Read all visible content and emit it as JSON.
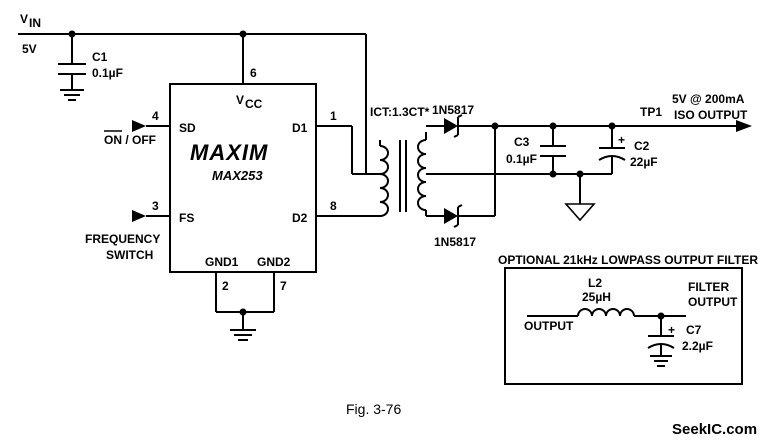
{
  "labels": {
    "vin": "V",
    "vin_sub": "IN",
    "vin_volt": "5V",
    "c1_name": "C1",
    "c1_val": "0.1µF",
    "vcc": "V",
    "vcc_sub": "CC",
    "pin6": "6",
    "pin1": "1",
    "pin4": "4",
    "pin3": "3",
    "pin8": "8",
    "pin2": "2",
    "pin7": "7",
    "sd": "SD",
    "fs": "FS",
    "d1": "D1",
    "d2": "D2",
    "gnd1": "GND1",
    "gnd2": "GND2",
    "on_off_on": "ON",
    "on_off_rest": " / OFF",
    "freq1": "FREQUENCY",
    "freq2": "SWITCH",
    "logo": "MAXIM",
    "chip": "MAX253",
    "transformer": "ICT:1.3CT*",
    "diode_top": "1N5817",
    "diode_bottom": "1N5817",
    "tp1": "TP1",
    "out1": "5V @ 200mA",
    "out2": "ISO OUTPUT",
    "c3_name": "C3",
    "c3_val": "0.1µF",
    "c2_name": "C2",
    "c2_val": "22µF",
    "plus": "+",
    "filter_title": "OPTIONAL 21kHz LOWPASS OUTPUT FILTER",
    "l2_name": "L2",
    "l2_val": "25µH",
    "filter_out1": "FILTER",
    "filter_out2": "OUTPUT",
    "output": "OUTPUT",
    "c7_name": "C7",
    "c7_val": "2.2µF",
    "figure": "Fig. 3-76",
    "watermark": "SeekIC.com"
  }
}
